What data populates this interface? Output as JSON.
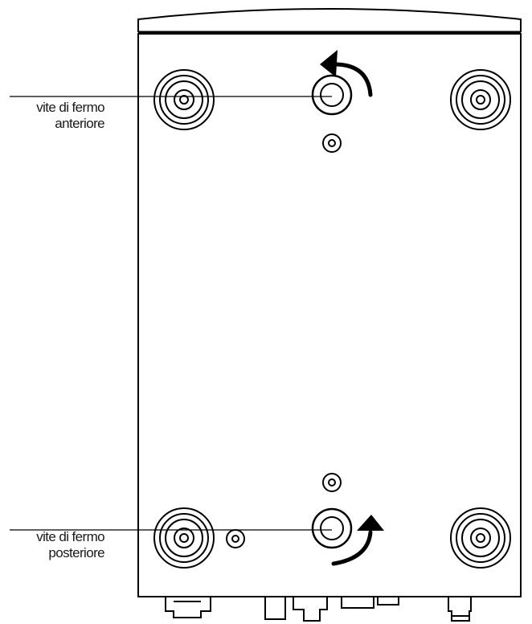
{
  "labels": {
    "front_screw": {
      "line1": "vite di fermo",
      "line2": "anteriore"
    },
    "rear_screw": {
      "line1": "vite di fermo",
      "line2": "posteriore"
    }
  },
  "icons": {
    "front_arrow": "curved-arrow-counterclockwise-icon",
    "rear_arrow": "curved-arrow-clockwise-icon"
  },
  "colors": {
    "stroke": "#000000",
    "background": "#ffffff"
  }
}
